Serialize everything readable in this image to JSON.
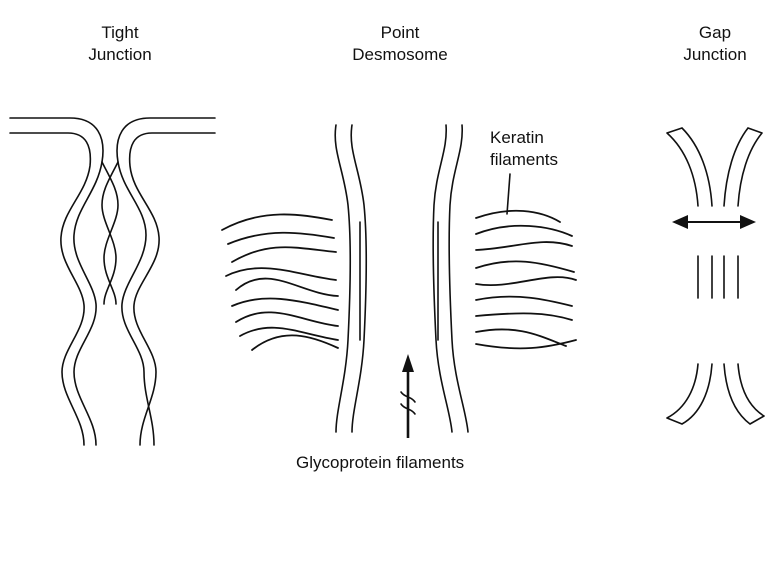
{
  "tight_junction": {
    "title_line1": "Tight",
    "title_line2": "Junction"
  },
  "point_desmosome": {
    "title_line1": "Point",
    "title_line2": "Desmosome",
    "keratin_label_line1": "Keratin",
    "keratin_label_line2": "filaments",
    "glycoprotein_label": "Glycoprotein filaments"
  },
  "gap_junction": {
    "title_line1": "Gap",
    "title_line2": "Junction"
  },
  "colors": {
    "ink": "#111111",
    "background": "#ffffff"
  }
}
